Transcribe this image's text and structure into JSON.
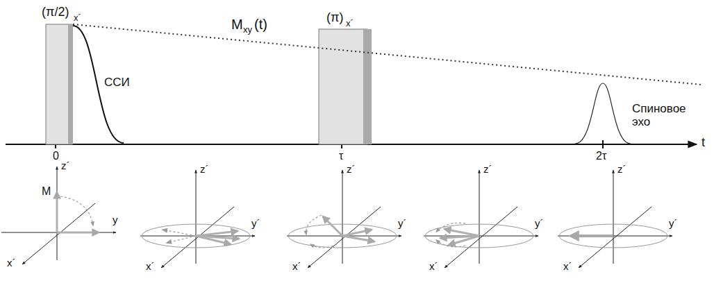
{
  "diagram": {
    "labels": [
      "(π/2)",
      "x´",
      "M",
      "xy",
      "(t)",
      "(π)",
      "x´",
      "ССИ",
      "Спиновое эхо",
      "0",
      "τ",
      "2τ",
      "t",
      "z´",
      "M",
      "y",
      "x´",
      "z´",
      "y´",
      "x´",
      "z´",
      "y´",
      "x´",
      "z´",
      "y´",
      "x´",
      "z´",
      "y´",
      "x´"
    ]
  }
}
